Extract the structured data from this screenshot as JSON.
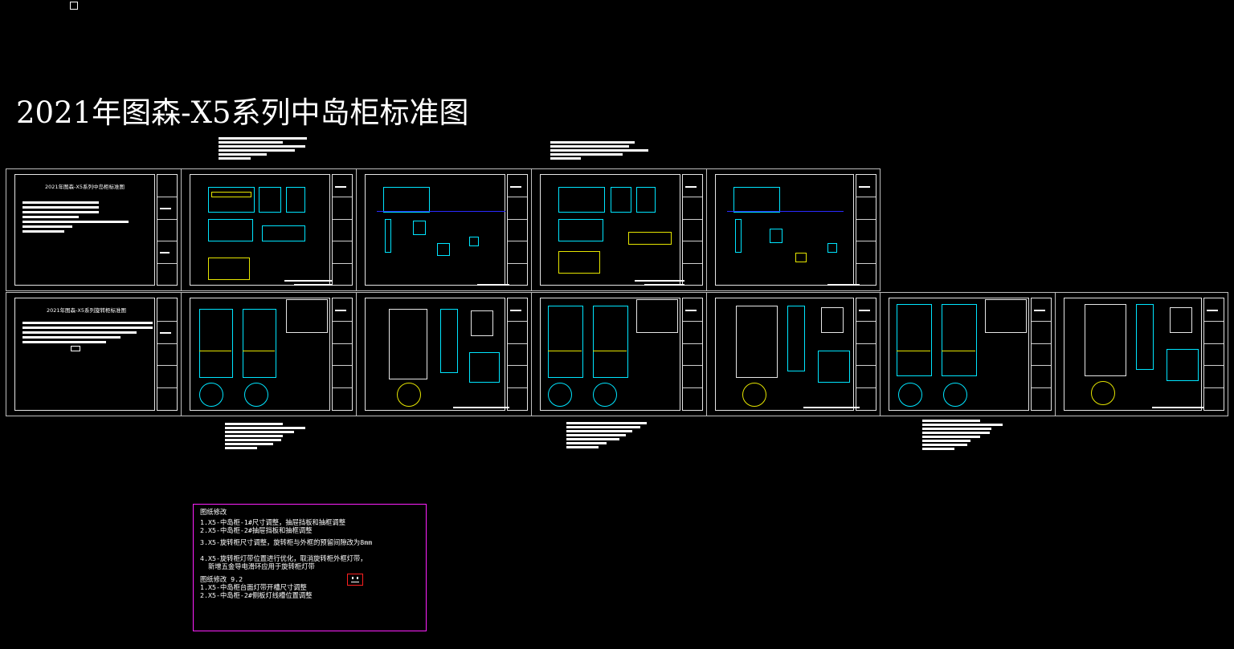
{
  "title": "2021年图森-X5系列中岛柜标准图",
  "sheets": {
    "row1_first_title": "2021年图森-X5系列中岛柜标准图",
    "row2_first_title": "2021年图森-X5系列旋转柜标准图"
  },
  "notes": {
    "heading1": "图纸修改",
    "items1": [
      "1.X5-中岛柜-1#尺寸调整，抽屉挡板和抽框调整",
      "2.X5-中岛柜-2#抽屉挡板和抽框调整",
      "3.X5-旋转柜尺寸调整，旋转柜与外框的预留间隙改为8mm"
    ],
    "item4_line1": "4.X5-旋转柜灯带位置进行优化，取消旋转柜外框灯带，",
    "item4_line2": "新增五金导电滑环应用于旋转柜灯带",
    "heading2": "图纸修改 9.2",
    "items2": [
      "1.X5-中岛柜台面灯带开槽尺寸调整",
      "2.X5-中岛柜-2#侧板灯线槽位置调整"
    ]
  }
}
